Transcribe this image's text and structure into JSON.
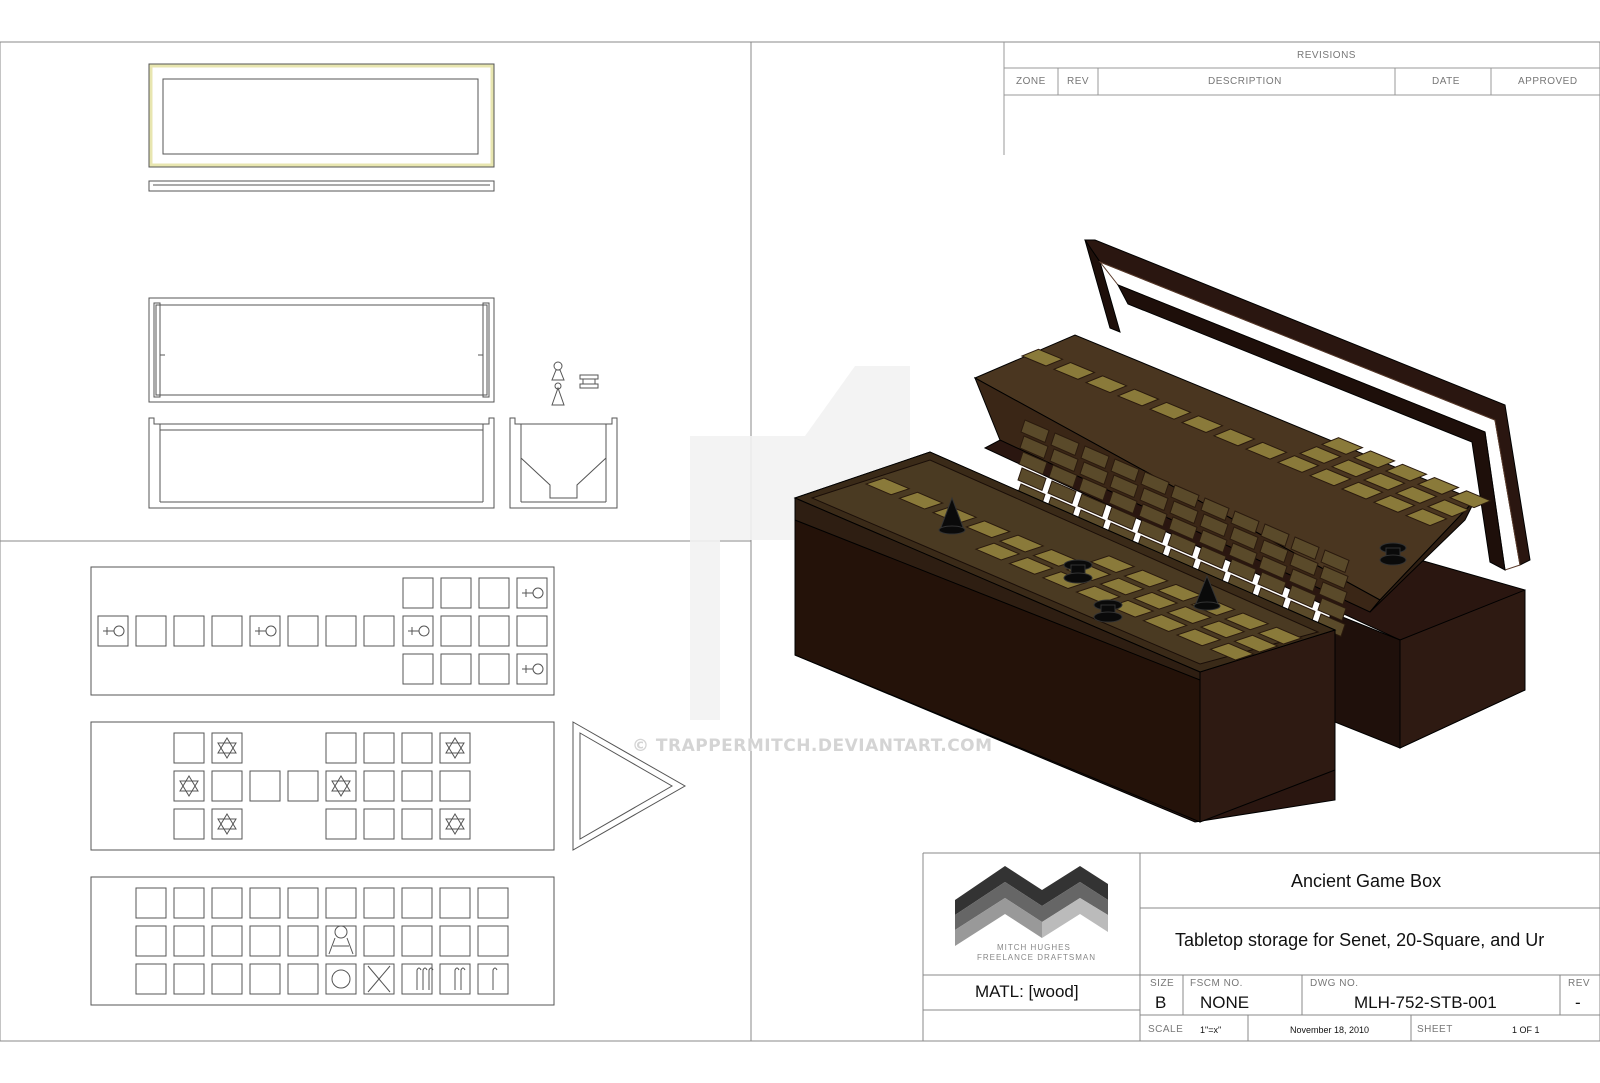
{
  "revisions": {
    "title": "REVISIONS",
    "columns": [
      "ZONE",
      "REV",
      "DESCRIPTION",
      "DATE",
      "APPROVED"
    ]
  },
  "title_block": {
    "title": "Ancient Game Box",
    "description": "Tabletop storage for Senet, 20-Square, and Ur",
    "material": "MATL: [wood]",
    "size_label": "SIZE",
    "size": "B",
    "fscm_label": "FSCM  NO.",
    "fscm": "NONE",
    "dwg_label": "DWG  NO.",
    "dwg": "MLH-752-STB-001",
    "rev_label": "REV",
    "rev": "-",
    "scale_label": "SCALE",
    "scale": "1\"=x\"",
    "date": "November 18, 2010",
    "sheet_label": "SHEET",
    "sheet": "1 OF 1"
  },
  "logo": {
    "line1": "MITCH HUGHES",
    "line2": "FREELANCE DRAFTSMAN",
    "icon": "double-chevron-logo"
  },
  "watermark": "© TRAPPERMITCH.DEVIANTART.COM",
  "colors": {
    "wood": "#2a1610",
    "wood_top": "#3a2a18",
    "inlay": "#8a7a3a",
    "line": "#666666"
  }
}
